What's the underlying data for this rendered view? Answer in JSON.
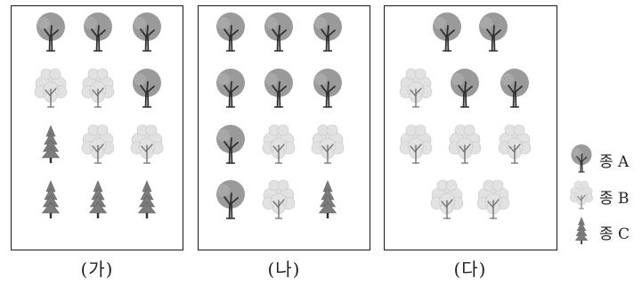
{
  "panels": [
    {
      "label": "(가)",
      "trees": [
        [
          "A",
          "A",
          "A"
        ],
        [
          "B",
          "B",
          "A"
        ],
        [
          "C",
          "B",
          "B"
        ],
        [
          "C",
          "C",
          "C"
        ]
      ]
    },
    {
      "label": "(나)",
      "trees": [
        [
          "A",
          "A",
          "A"
        ],
        [
          "A",
          "A",
          "A"
        ],
        [
          "A",
          "B",
          "B"
        ],
        [
          "A",
          "B",
          "C"
        ]
      ]
    },
    {
      "label": "(다)",
      "trees": [
        [
          "A",
          "A"
        ],
        [
          "B",
          "A",
          "A"
        ],
        [
          "B",
          "B",
          "B"
        ],
        [
          "B",
          "B"
        ]
      ]
    }
  ],
  "legend": [
    {
      "species": "A",
      "label": "종 A"
    },
    {
      "species": "B",
      "label": "종 B"
    },
    {
      "species": "C",
      "label": "종 C"
    }
  ],
  "colors": {
    "A": "#9a9a9a",
    "B": "#e2e2e2",
    "C": "#7c7c7c",
    "trunk": "#2e2e2e"
  }
}
